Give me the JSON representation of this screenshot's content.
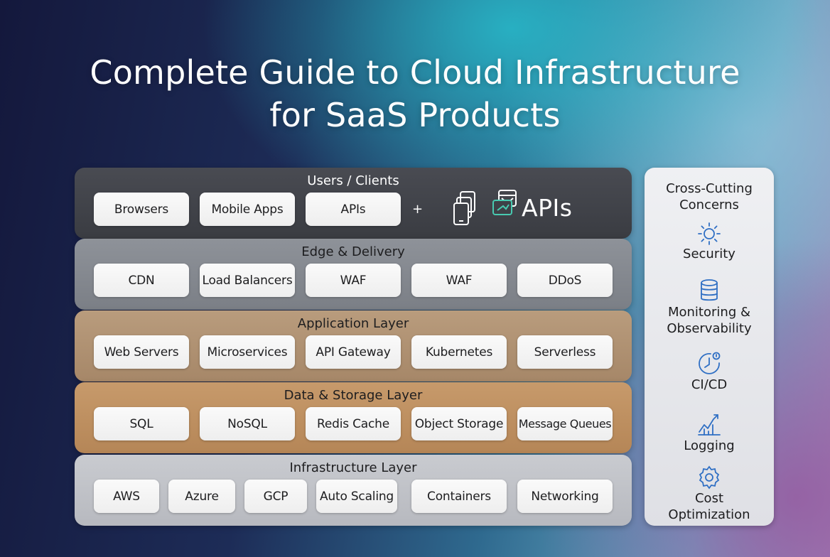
{
  "title": {
    "line1": "Complete Guide to Cloud Infrastructure",
    "line2": "for SaaS Products"
  },
  "layers": {
    "users": {
      "title": "Users / Clients",
      "items": [
        "Browsers",
        "Mobile Apps",
        "APIs"
      ],
      "plus": "+",
      "apis_label": "APIs"
    },
    "edge": {
      "title": "Edge & Delivery",
      "items": [
        "CDN",
        "Load Balancers",
        "WAF",
        "WAF",
        "DDoS"
      ]
    },
    "app": {
      "title": "Application Layer",
      "items": [
        "Web Servers",
        "Microservices",
        "API Gateway",
        "Kubernetes",
        "Serverless"
      ]
    },
    "data": {
      "title": "Data & Storage Layer",
      "items": [
        "SQL",
        "NoSQL",
        "Redis Cache",
        "Object Storage",
        "Message Queues"
      ]
    },
    "infra": {
      "title": "Infrastructure Layer",
      "items": [
        "AWS",
        "Azure",
        "GCP",
        "Auto Scaling",
        "Containers",
        "Networking"
      ]
    }
  },
  "sidebar": {
    "title_line1": "Cross-Cutting",
    "title_line2": "Concerns",
    "items": [
      {
        "icon": "sun-icon",
        "line1": "Security",
        "line2": ""
      },
      {
        "icon": "database-icon",
        "line1": "Monitoring &",
        "line2": "Observability"
      },
      {
        "icon": "clock-icon",
        "line1": "CI/CD",
        "line2": ""
      },
      {
        "icon": "trend-chart-icon",
        "line1": "Logging",
        "line2": ""
      },
      {
        "icon": "gear-icon",
        "line1": "Cost",
        "line2": "Optimization"
      }
    ]
  },
  "colors": {
    "icon_blue": "#2f6fc4",
    "accent_teal": "#48c9b0"
  }
}
